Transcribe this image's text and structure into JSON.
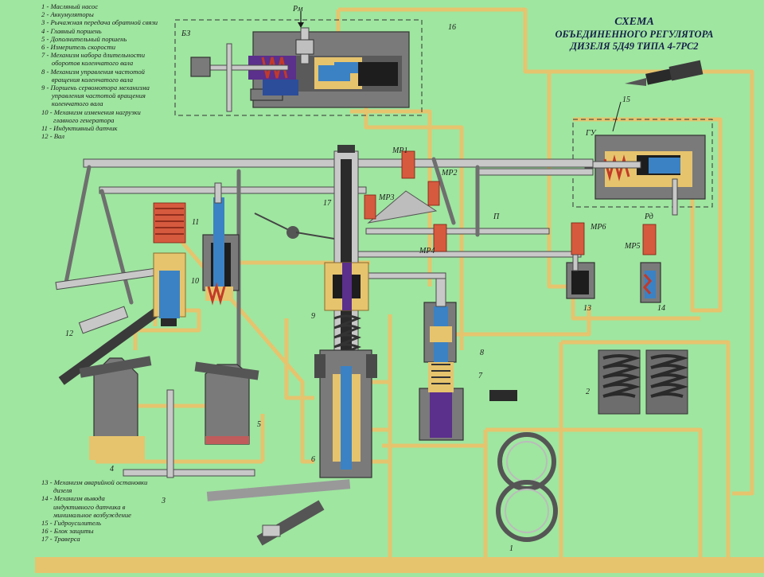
{
  "title": {
    "line1": "СХЕМА",
    "line2": "ОБЪЕДИНЕННОГО РЕГУЛЯТОРА",
    "line3": "ДИЗЕЛЯ 5Д49 ТИПА 4-7РС2"
  },
  "legend_top": [
    "1 - Масляный насос",
    "2 - Аккумуляторы",
    "3 - Рычажная передача обратной связи",
    "4 - Главный поршень",
    "5 - Дополнительный поршень",
    "6 - Измеритель скорости",
    "7 - Механизм набора длительности",
    "      оборотов коленчатого вала",
    "8 - Механизм управления частотой",
    "      вращения коленчатого вала",
    "9 - Поршень сервомотора механизма",
    "      управления частотой вращения",
    "      коленчатого вала",
    "10 - Механизм изменения нагрузки",
    "       главного генератора",
    "11 - Индуктивный датчик",
    "12 - Вал"
  ],
  "legend_bottom": [
    "13 - Механизм аварийной остановки",
    "       дизеля",
    "14 - Механизм вывода",
    "       индуктивного датчика в",
    "       минимальное возбуждение",
    "15 - Гидроусилитель",
    "16 - Блок защиты",
    "17 - Траверса"
  ],
  "labels": {
    "bz": "БЗ",
    "gu": "ГУ",
    "pm": "Рм",
    "pd": "Рд",
    "mr1": "МР1",
    "mr2": "МР2",
    "mr3": "МР3",
    "mr4": "МР4",
    "mr5": "МР5",
    "mr6": "МР6",
    "p": "П",
    "n1": "1",
    "n2": "2",
    "n3": "3",
    "n4": "4",
    "n5": "5",
    "n6": "6",
    "n7": "7",
    "n8": "8",
    "n9": "9",
    "n10": "10",
    "n11": "11",
    "n12": "12",
    "n13": "13",
    "n14": "14",
    "n15": "15",
    "n16": "16",
    "n17": "17"
  },
  "colors": {
    "background": "#9fe6a0",
    "oil": "#e6c46e",
    "housing": "#7a7a7a",
    "piston": "#3b82c4",
    "spring": "#c23a28",
    "bottom_strip": "#e6c46e"
  }
}
